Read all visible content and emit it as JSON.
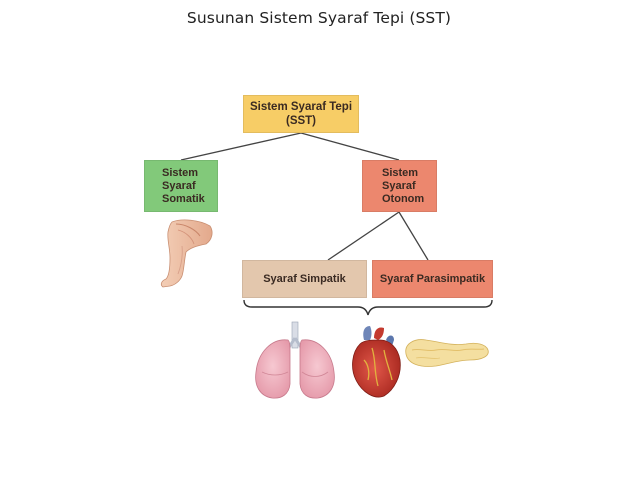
{
  "title": "Susunan Sistem Syaraf Tepi (SST)",
  "nodes": {
    "root": "Sistem Syaraf Tepi\n(SST)",
    "somatik": "Sistem\nSyaraf\nSomatik",
    "otonom": "Sistem\nSyaraf\nOtonom",
    "simpatik": "Syaraf Simpatik",
    "parasimpatik": "Syaraf Parasimpatik"
  },
  "colors": {
    "root": "#f7cd66",
    "somatik": "#82c97a",
    "otonom": "#ec876e",
    "simpatik": "#e3c7ad",
    "parasimpatik": "#ec876e"
  },
  "icons": [
    "leg-icon",
    "lungs-icon",
    "heart-icon",
    "pancreas-icon"
  ]
}
